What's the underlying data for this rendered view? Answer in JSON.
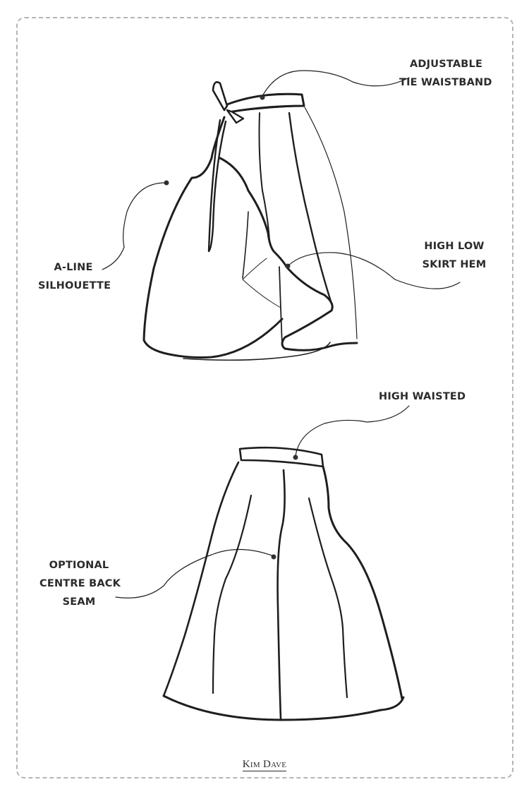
{
  "diagram": {
    "type": "technical fashion flat sketch",
    "subject": "skirt",
    "border_color": "#b5b5b5",
    "line_color": "#1e1e1e",
    "text_color": "#2b2b2b"
  },
  "views": [
    {
      "name": "front view (wrap skirt)",
      "callouts": [
        {
          "id": "adjustable-tie-waistband",
          "lines": [
            "ADJUSTABLE",
            "TIE WAISTBAND"
          ]
        },
        {
          "id": "a-line-silhouette",
          "lines": [
            "A-LINE",
            "SILHOUETTE"
          ]
        },
        {
          "id": "high-low-skirt-hem",
          "lines": [
            "HIGH LOW",
            "SKIRT HEM"
          ]
        }
      ]
    },
    {
      "name": "back view",
      "callouts": [
        {
          "id": "high-waisted",
          "lines": [
            "HIGH WAISTED"
          ]
        },
        {
          "id": "optional-centre-back-seam",
          "lines": [
            "OPTIONAL",
            "CENTRE BACK",
            "SEAM"
          ]
        }
      ]
    }
  ],
  "labels": {
    "adjustable": {
      "l1": "ADJUSTABLE",
      "l2": "TIE WAISTBAND"
    },
    "aline": {
      "l1": "A-LINE",
      "l2": "SILHOUETTE"
    },
    "highlow": {
      "l1": "HIGH LOW",
      "l2": "SKIRT HEM"
    },
    "highwaisted": {
      "l1": "HIGH WAISTED"
    },
    "seam": {
      "l1": "OPTIONAL",
      "l2": "CENTRE BACK",
      "l3": "SEAM"
    }
  },
  "footer": {
    "brand": "Kim Dave"
  }
}
